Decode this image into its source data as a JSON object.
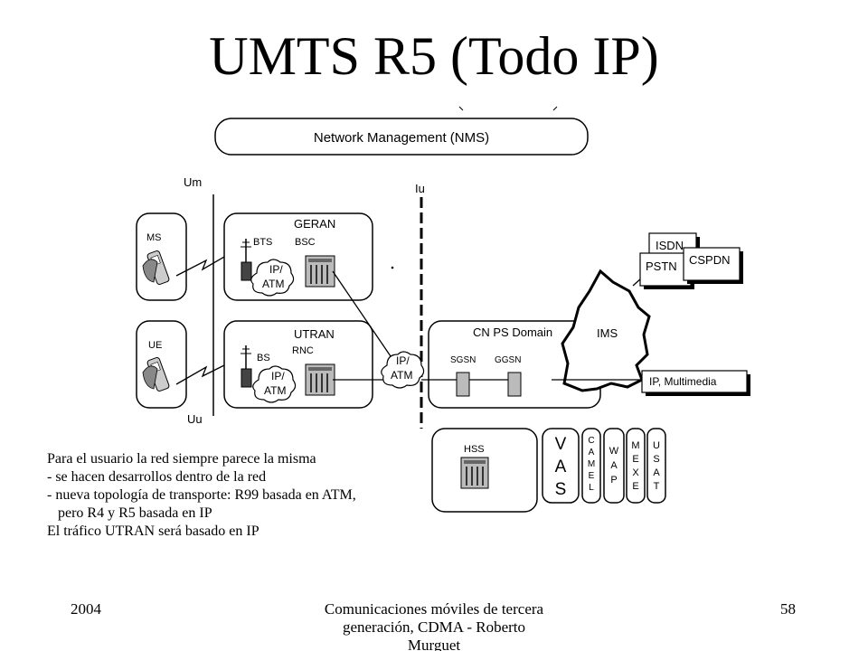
{
  "title": "UMTS R5 (Todo IP)",
  "diagram": {
    "nms": "Network Management (NMS)",
    "interfaces": {
      "um": "Um",
      "iu": "Iu",
      "uu": "Uu"
    },
    "terminals": {
      "ms": "MS",
      "ue": "UE"
    },
    "geran": {
      "name": "GERAN",
      "bts": "BTS",
      "bsc": "BSC",
      "transport": [
        "IP/",
        "ATM"
      ]
    },
    "utran": {
      "name": "UTRAN",
      "bs": "BS",
      "rnc": "RNC",
      "transport": [
        "IP/",
        "ATM"
      ]
    },
    "core_transport": [
      "IP/",
      "ATM"
    ],
    "cn": {
      "name": "CN PS Domain",
      "sgsn": "SGSN",
      "ggsn": "GGSN"
    },
    "ims": "IMS",
    "external": {
      "isdn": "ISDN",
      "pstn": "PSTN",
      "cspdn": "CSPDN",
      "ip_multimedia": "IP, Multimedia"
    },
    "hss": "HSS",
    "services": [
      {
        "id": "vas",
        "letters": [
          "V",
          "A",
          "S"
        ]
      },
      {
        "id": "camel",
        "letters": [
          "C",
          "A",
          "M",
          "E",
          "L"
        ]
      },
      {
        "id": "wap",
        "letters": [
          "W",
          "A",
          "P"
        ]
      },
      {
        "id": "mexe",
        "letters": [
          "M",
          "E",
          "X",
          "E"
        ]
      },
      {
        "id": "usat",
        "letters": [
          "U",
          "S",
          "A",
          "T"
        ]
      }
    ]
  },
  "notes": [
    "Para el usuario la red siempre parece la misma",
    "- se hacen desarrollos dentro de la red",
    "- nueva topología de transporte: R99 basada en ATM,",
    "   pero R4 y R5 basada en IP",
    "El tráfico UTRAN será basado en IP"
  ],
  "footer": {
    "year": "2004",
    "center": [
      "Comunicaciones móviles de tercera",
      "generación, CDMA - Roberto",
      "Murguet"
    ],
    "page": "58"
  }
}
